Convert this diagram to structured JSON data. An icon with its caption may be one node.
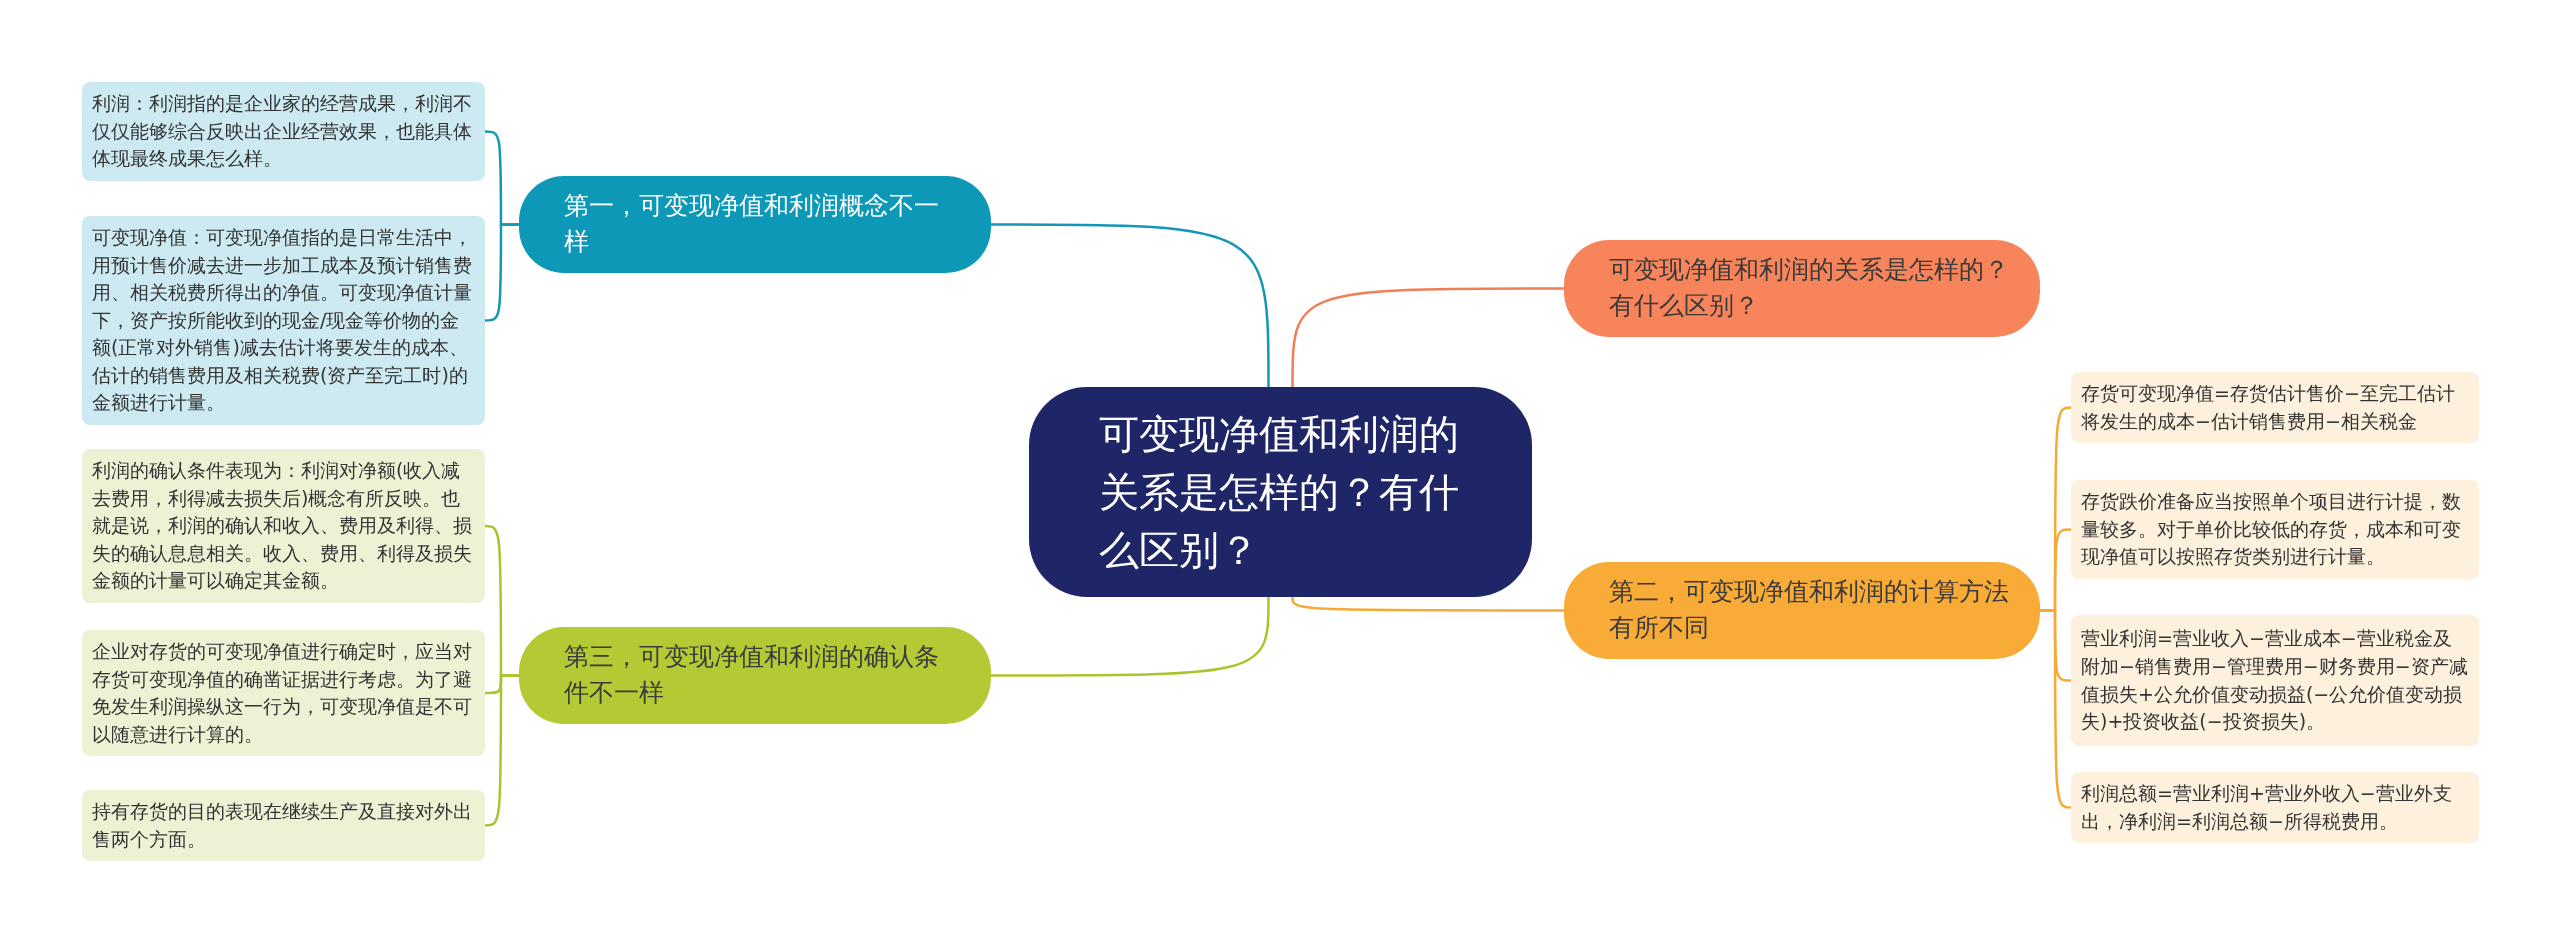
{
  "diagram": {
    "nodes": [
      {
        "text": [
          "可变现净值和利润的关系是怎样的？有什么区别？"
        ]
      },
      {
        "text": [
          "第一，可变现净值和利润概念不一样"
        ]
      },
      {
        "text": [
          "利润：利润指的是企业家的经营成果，利润不仅仅能够综合反映出企业经营效果，也能具体体现最终成果怎么样。"
        ]
      },
      {
        "text": [
          "可变现净值：可变现净值指的是日常生活中，用预计售价减去进一步加工成本及预计销售费用、相关税费所得出的净值。可变现净值计量下，资产按所能收到的现金/现金等价物的金额(正常对外销售)减去估计将要发生的成本、估计的销售费用及相关税费(资产至完工时)的金额进行计量。"
        ]
      },
      {
        "text": [
          "可变现净值和利润的关系是怎样的？有什么区别？"
        ]
      },
      {
        "text": [
          "第二，可变现净值和利润的计算方法有所不同"
        ]
      },
      {
        "text": [
          "存货可变现净值=存货估计售价−至完工估计将发生的成本−估计销售费用−相关税金"
        ]
      },
      {
        "text": [
          "存货跌价准备应当按照单个项目进行计提，数量较多。对于单价比较低的存货，成本和可变现净值可以按照存货类别进行计量。"
        ]
      },
      {
        "text": [
          "营业利润=营业收入−营业成本−营业税金及附加−销售费用−管理费用−财务费用−资产减值损失+公允价值变动损益(−公允价值变动损失)+投资收益(−投资损失)。"
        ]
      },
      {
        "text": [
          "利润总额=营业利润+营业外收入−营业外支出，净利润=利润总额−所得税费用。"
        ]
      },
      {
        "text": [
          "第三，可变现净值和利润的确认条件不一样"
        ]
      },
      {
        "text": [
          "利润的确认条件表现为：利润对净额(收入减去费用，利得减去损失后)概念有所反映。也就是说，利润的确认和收入、费用及利得、损失的确认息息相关。收入、费用、利得及损失金额的计量可以确定其金额。"
        ]
      },
      {
        "text": [
          "企业对存货的可变现净值进行确定时，应当对存货可变现净值的确凿证据进行考虑。为了避免发生利润操纵这一行为，可变现净值是不可以随意进行计算的。"
        ]
      },
      {
        "text": [
          "持有存货的目的表现在继续生产及直接对外出售两个方面。"
        ]
      }
    ],
    "edges": [
      {
        "from": 0,
        "to": 1,
        "arrow": "none",
        "color": "#1497b5"
      },
      {
        "from": 1,
        "to": 2,
        "arrow": "none",
        "color": "#1497b5"
      },
      {
        "from": 1,
        "to": 3,
        "arrow": "none",
        "color": "#1497b5"
      },
      {
        "from": 0,
        "to": 4,
        "arrow": "none",
        "color": "#ef7f55"
      },
      {
        "from": 0,
        "to": 5,
        "arrow": "none",
        "color": "#f6a935"
      },
      {
        "from": 5,
        "to": 6,
        "arrow": "none",
        "color": "#f6a935"
      },
      {
        "from": 5,
        "to": 7,
        "arrow": "none",
        "color": "#f6a935"
      },
      {
        "from": 5,
        "to": 8,
        "arrow": "none",
        "color": "#f6a935"
      },
      {
        "from": 5,
        "to": 9,
        "arrow": "none",
        "color": "#f6a935"
      },
      {
        "from": 0,
        "to": 10,
        "arrow": "none",
        "color": "#a9c52e"
      },
      {
        "from": 10,
        "to": 11,
        "arrow": "none",
        "color": "#a9c52e"
      },
      {
        "from": 10,
        "to": 12,
        "arrow": "none",
        "color": "#a9c52e"
      },
      {
        "from": 10,
        "to": 13,
        "arrow": "none",
        "color": "#a9c52e"
      }
    ]
  }
}
